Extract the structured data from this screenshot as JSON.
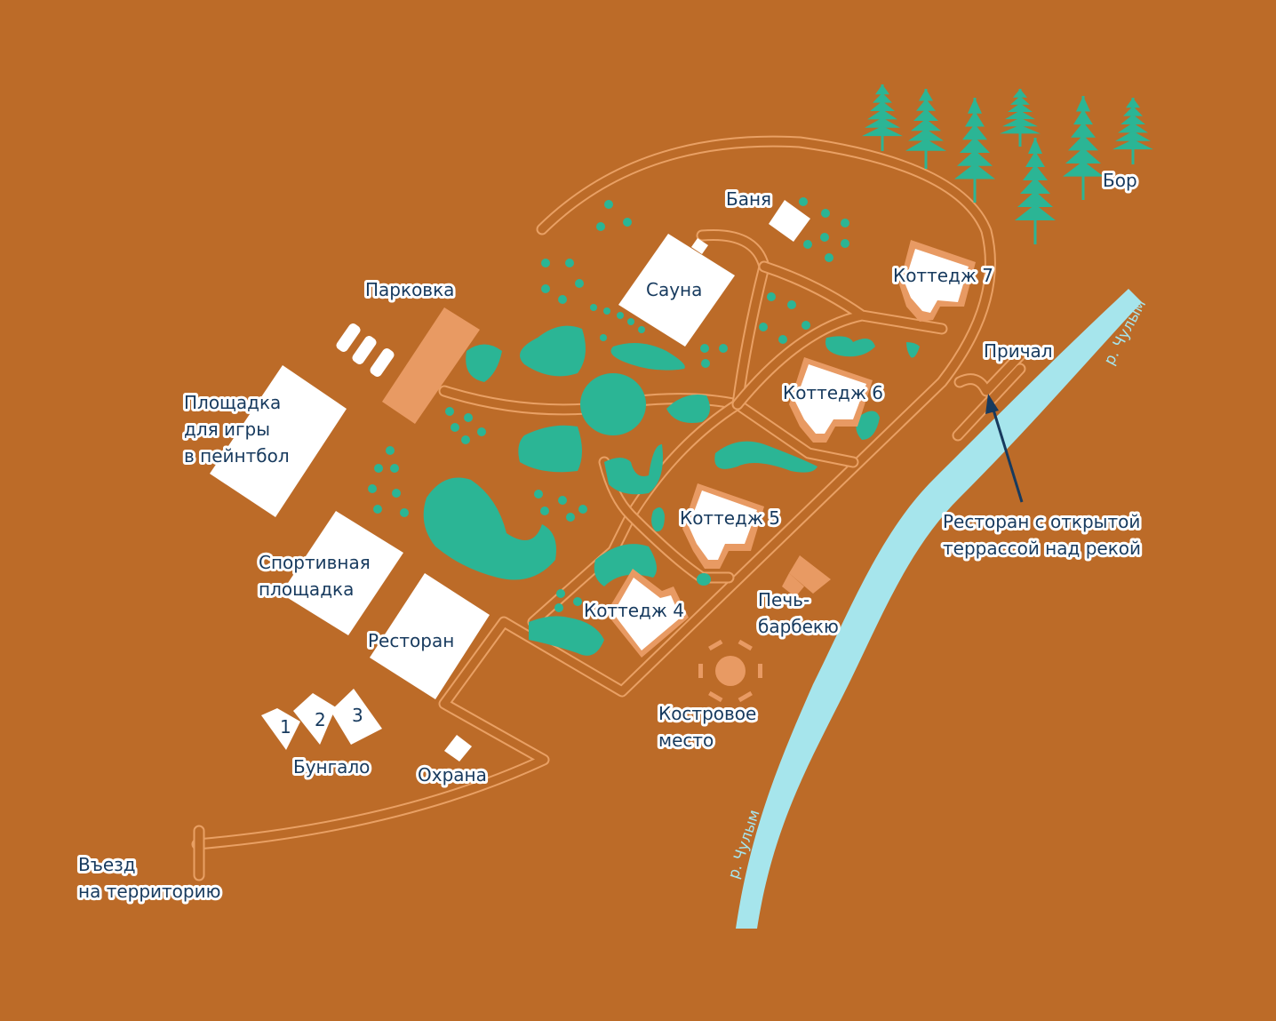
{
  "colors": {
    "background": "#BC6B28",
    "greenery": "#2BB595",
    "roads": "#E9A064",
    "river": "#A6E5EC",
    "label_text": "#173A5E"
  },
  "labels": {
    "banya": "Баня",
    "sauna": "Сауна",
    "parking": "Парковка",
    "cottage7": "Коттедж 7",
    "pier": "Причал",
    "river_top": "р. Чулым",
    "river_bottom": "р. Чулым",
    "cottage6": "Коттедж 6",
    "paintball": [
      "Площадка",
      "для игры",
      "в пейнтбол"
    ],
    "cottage5": "Коттедж 5",
    "sports": [
      "Спортивная",
      "площадка"
    ],
    "terrace_restaurant": [
      "Ресторан с открытой",
      "террассой над рекой"
    ],
    "bbq": [
      "Печь-",
      "барбекю"
    ],
    "cottage4": "Коттедж 4",
    "restaurant": "Ресторан",
    "bungalow_numbers": [
      "1",
      "2",
      "3"
    ],
    "fire_pit": [
      "Костровое",
      "место"
    ],
    "bungalow": "Бунгало",
    "security": "Охрана",
    "entrance": [
      "Въезд",
      "на территорию"
    ],
    "forest": "Бор"
  }
}
